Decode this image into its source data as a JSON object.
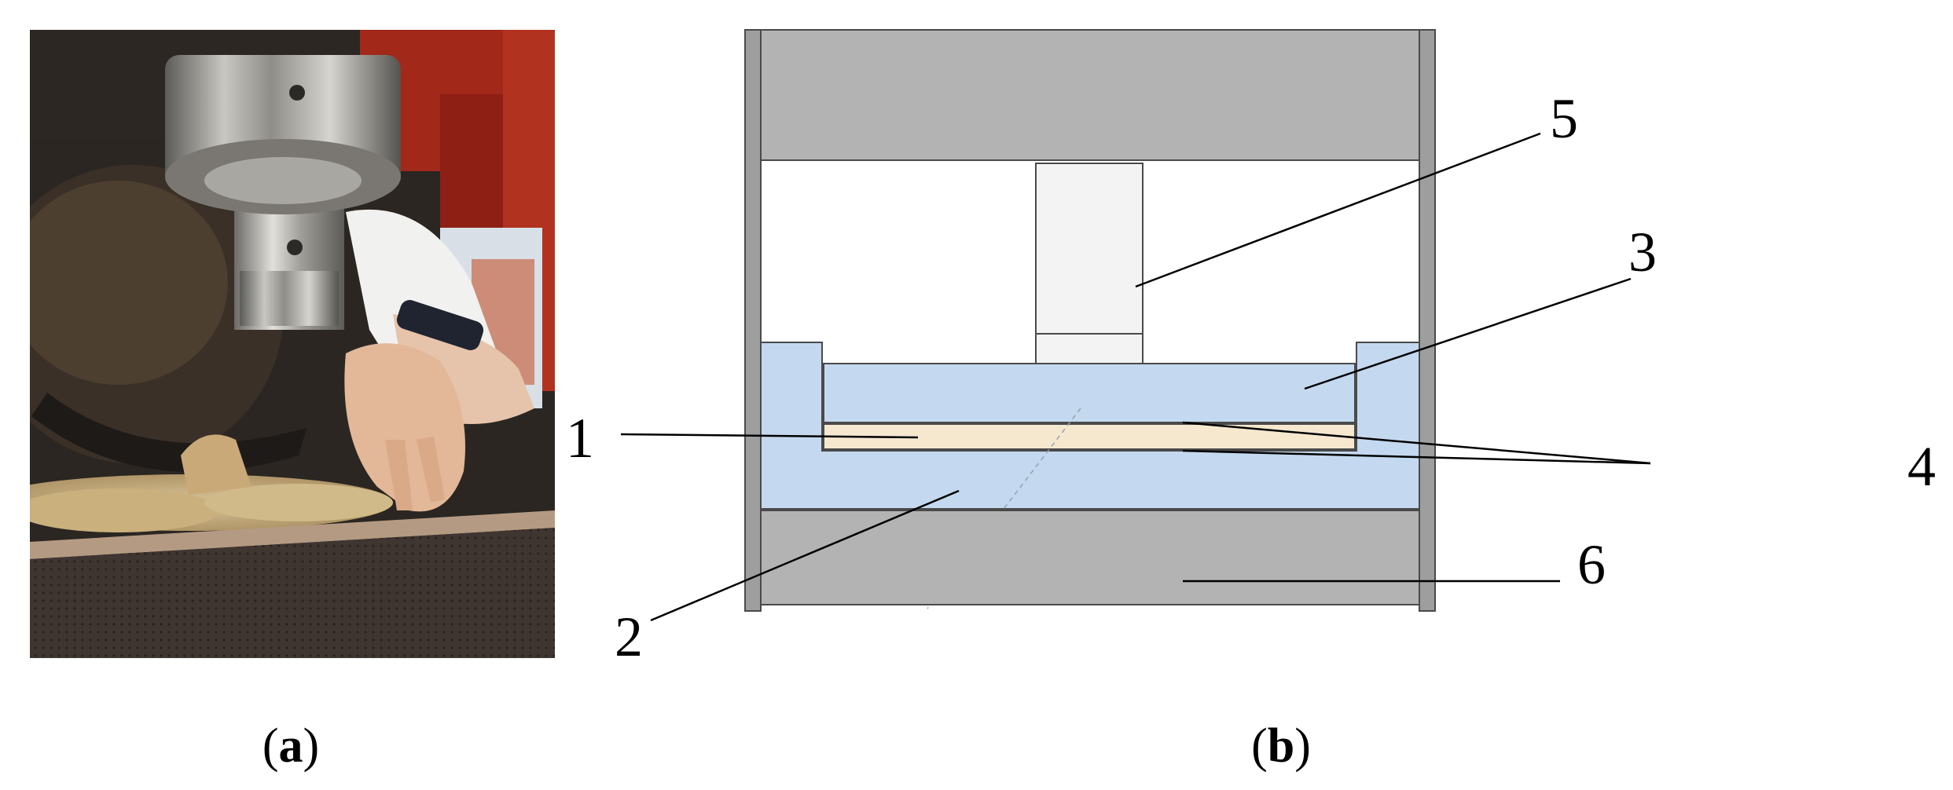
{
  "panels": {
    "a": {
      "caption_open": "(",
      "caption_letter": "a",
      "caption_close": ")",
      "photo_description_icon": "photo-wood-shavings-press-icon"
    },
    "b": {
      "caption_open": "(",
      "caption_letter": "b",
      "caption_close": ")"
    }
  },
  "diagram_labels": {
    "label_1": "1",
    "label_2": "2",
    "label_3": "3",
    "label_4": "4",
    "label_5": "5",
    "label_6": "6"
  },
  "colors": {
    "platen_gray": "#b3b3b3",
    "frame_gray": "#9e9e9e",
    "mold_blue": "#c4d9f0",
    "board_cream": "#f6e8cf",
    "punch_white": "#f2f3f2",
    "outline": "#4a4a4a"
  }
}
